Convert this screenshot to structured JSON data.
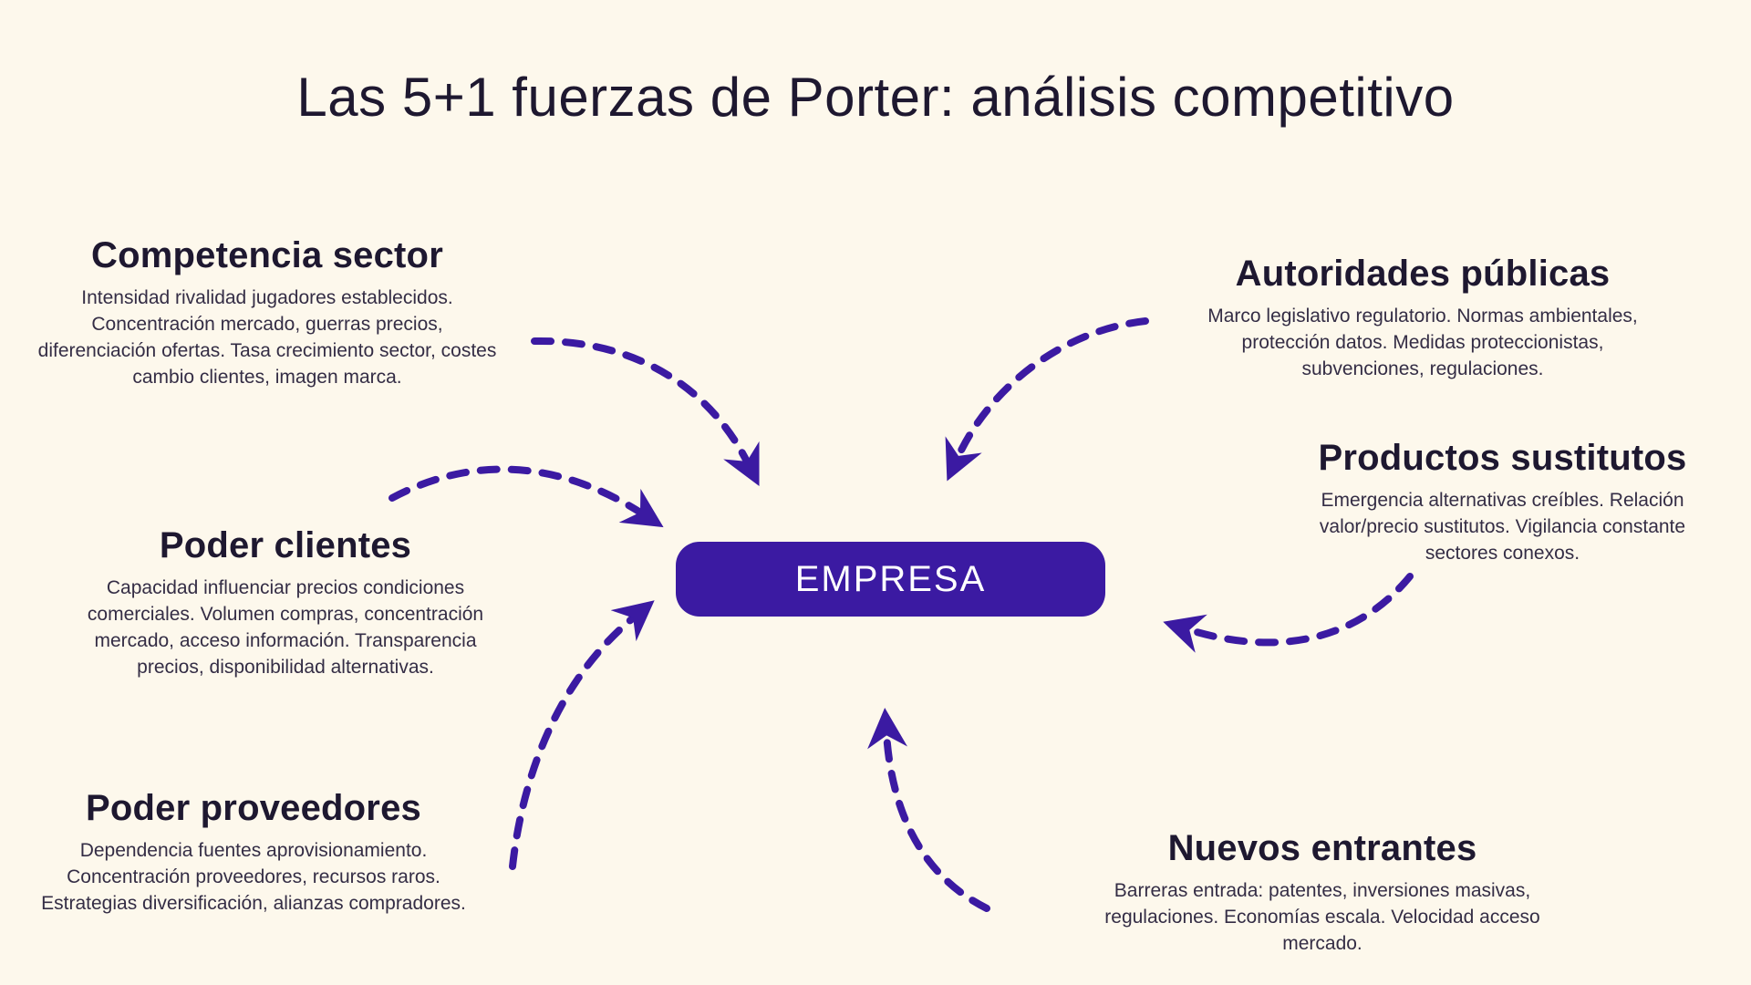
{
  "page": {
    "title": "Las 5+1 fuerzas de Porter: análisis competitivo",
    "background_color": "#FDF8EC",
    "text_color": "#1E1830",
    "accent_color": "#3B1AA2"
  },
  "center": {
    "label": "EMPRESA"
  },
  "forces": [
    {
      "id": "competencia-sector",
      "title": "Competencia sector",
      "description": "Intensidad rivalidad jugadores establecidos. Concentración mercado, guerras precios, diferenciación ofertas. Tasa crecimiento sector, costes cambio clientes, imagen marca."
    },
    {
      "id": "poder-clientes",
      "title": "Poder clientes",
      "description": "Capacidad influenciar precios condiciones comerciales. Volumen compras, concentración mercado, acceso información. Transparencia precios, disponibilidad alternativas."
    },
    {
      "id": "poder-proveedores",
      "title": "Poder proveedores",
      "description": "Dependencia fuentes aprovisionamiento. Concentración proveedores, recursos raros. Estrategias diversificación, alianzas compradores."
    },
    {
      "id": "autoridades-publicas",
      "title": "Autoridades públicas",
      "description": "Marco legislativo regulatorio. Normas ambientales, protección datos. Medidas proteccionistas, subvenciones, regulaciones."
    },
    {
      "id": "productos-sustitutos",
      "title": "Productos sustitutos",
      "description": "Emergencia alternativas creíbles. Relación valor/precio sustitutos. Vigilancia constante sectores conexos."
    },
    {
      "id": "nuevos-entrantes",
      "title": "Nuevos entrantes",
      "description": "Barreras entrada: patentes, inversiones masivas, regulaciones. Economías escala. Velocidad acceso mercado."
    }
  ]
}
